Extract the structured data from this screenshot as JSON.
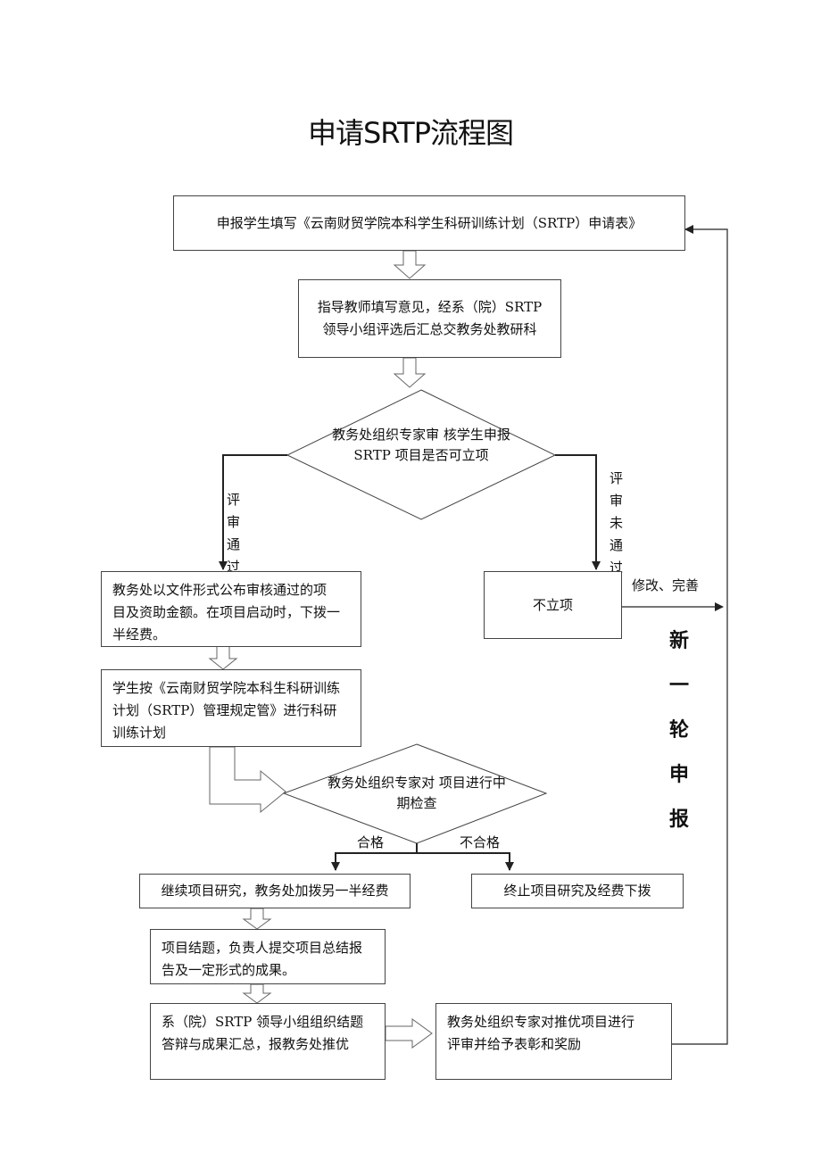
{
  "title": "申请SRTP流程图",
  "steps": {
    "s1": "申报学生填写《云南财贸学院本科学生科研训练计划（SRTP）申请表》",
    "s2_l1": "指导教师填写意见，经系（院）SRTP",
    "s2_l2": "领导小组评选后汇总交教务处教研科",
    "d1_l1": "教务处组织专家审",
    "d1_l2": "核学生申报 SRTP",
    "d1_l3": "项目是否可立项",
    "s3_l1": "教务处以文件形式公布审核通过的项",
    "s3_l2": "目及资助金额。在项目启动时，下拨一",
    "s3_l3": "半经费。",
    "no_project": "不立项",
    "s4_l1": "学生按《云南财贸学院本科生科研训练",
    "s4_l2": "计划（SRTP）管理规定管》进行科研",
    "s4_l3": "训练计划",
    "d2_l1": "教务处组织专家对",
    "d2_l2": "项目进行中期检查",
    "s5": "继续项目研究，教务处加拨另一半经费",
    "terminate": "终止项目研究及经费下拨",
    "s6_l1": "项目结题，负责人提交项目总结报",
    "s6_l2": "告及一定形式的成果。",
    "s7_l1": "系（院）SRTP 领导小组组织结题",
    "s7_l2": "答辩与成果汇总，报教务处推优",
    "s8_l1": "教务处组织专家对推优项目进行",
    "s8_l2": "评审并给予表彰和奖励"
  },
  "labels": {
    "pass_chars": [
      "评",
      "审",
      "通",
      "过"
    ],
    "fail_chars": [
      "评",
      "审",
      "未",
      "通",
      "过"
    ],
    "modify": "修改、完善",
    "qualified": "合格",
    "unqualified": "不合格",
    "new_round_chars": [
      "新",
      "一",
      "轮",
      "申",
      "报"
    ]
  }
}
